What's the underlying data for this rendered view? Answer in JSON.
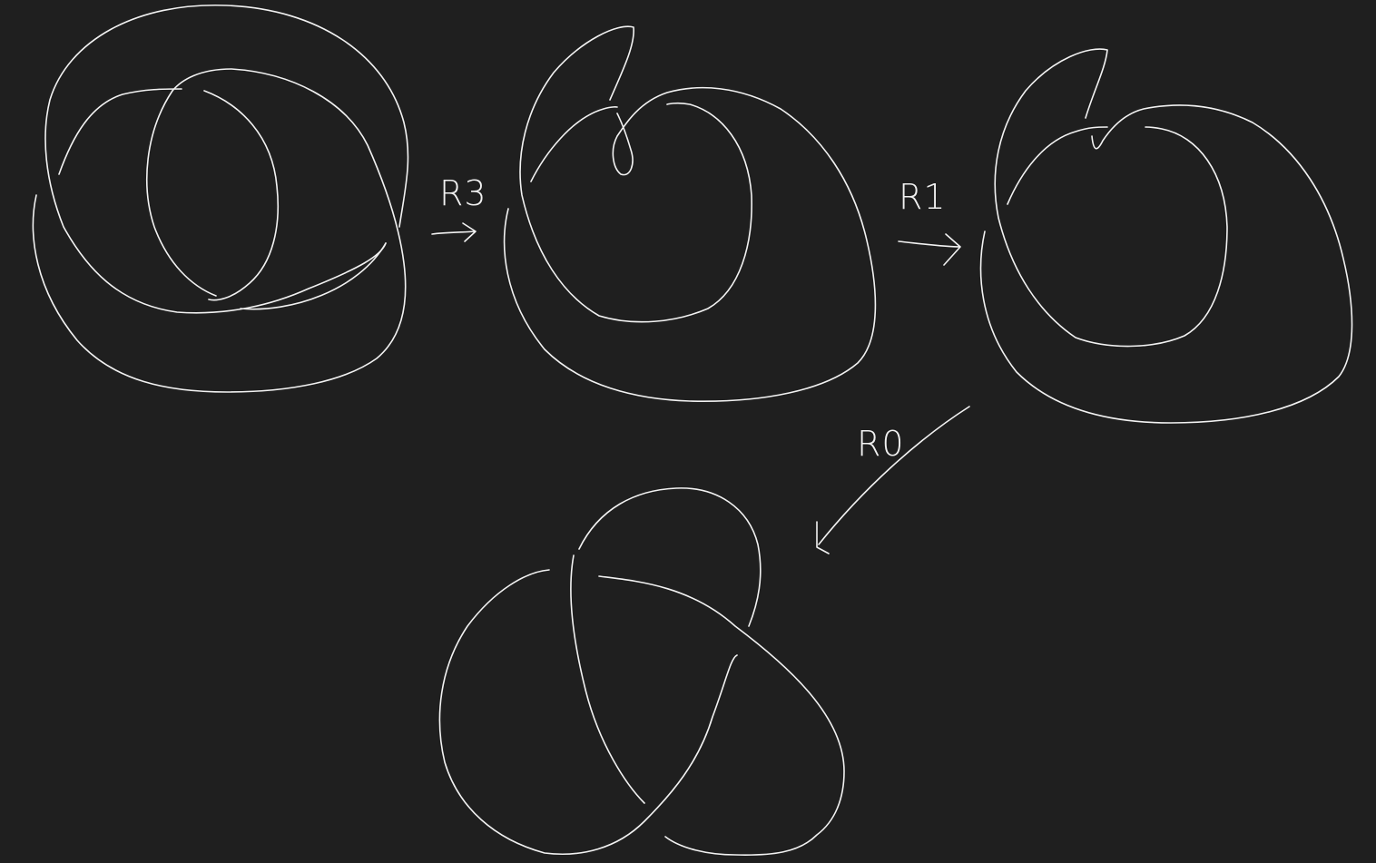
{
  "canvas": {
    "background": "#1f1f1f",
    "ink": "#f2f2f2"
  },
  "moves": [
    {
      "label": "R3"
    },
    {
      "label": "R1"
    },
    {
      "label": "R0"
    }
  ],
  "diagrams": [
    {
      "name": "knot-diagram-initial"
    },
    {
      "name": "knot-diagram-after-r3"
    },
    {
      "name": "knot-diagram-after-r1"
    },
    {
      "name": "trefoil-knot-diagram"
    }
  ]
}
